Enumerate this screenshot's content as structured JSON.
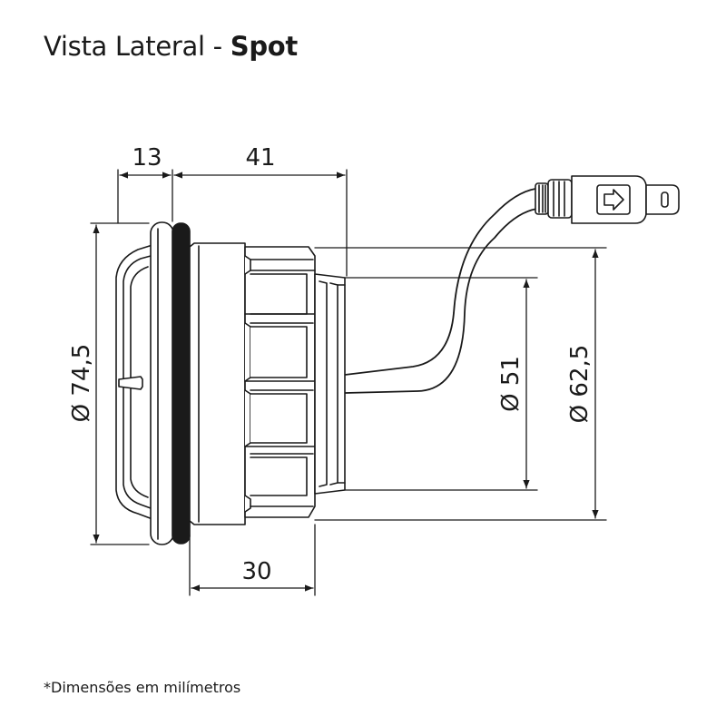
{
  "title": {
    "prefix": "Vista Lateral - ",
    "bold": "Spot"
  },
  "dimensions": {
    "width_front": "13",
    "width_body": "41",
    "width_base": "30",
    "dia_outer": "Ø 74,5",
    "dia_thread": "Ø 51",
    "dia_body": "Ø 62,5"
  },
  "footnote": "*Dimensões em milímetros",
  "colors": {
    "line": "#1a1a1a",
    "fill": "#ffffff",
    "gasket": "#1a1a1a"
  }
}
